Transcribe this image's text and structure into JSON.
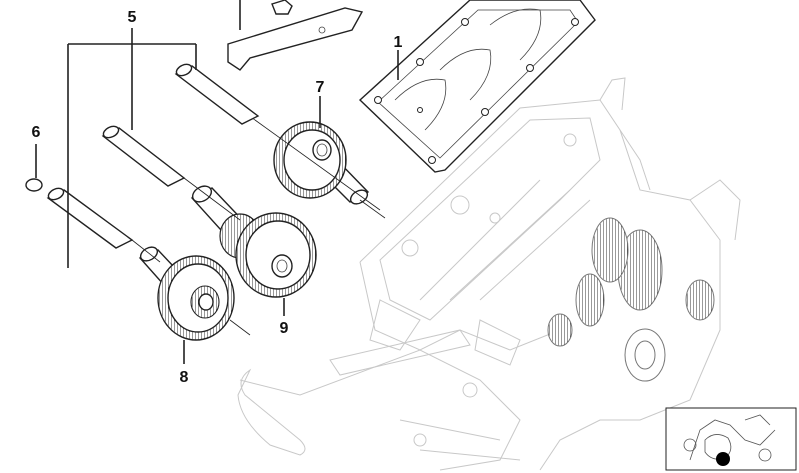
{
  "callouts": [
    {
      "id": "c1",
      "text": "1"
    },
    {
      "id": "c5",
      "text": "5"
    },
    {
      "id": "c6",
      "text": "6"
    },
    {
      "id": "c7",
      "text": "7"
    },
    {
      "id": "c8",
      "text": "8"
    },
    {
      "id": "c9",
      "text": "9"
    }
  ]
}
